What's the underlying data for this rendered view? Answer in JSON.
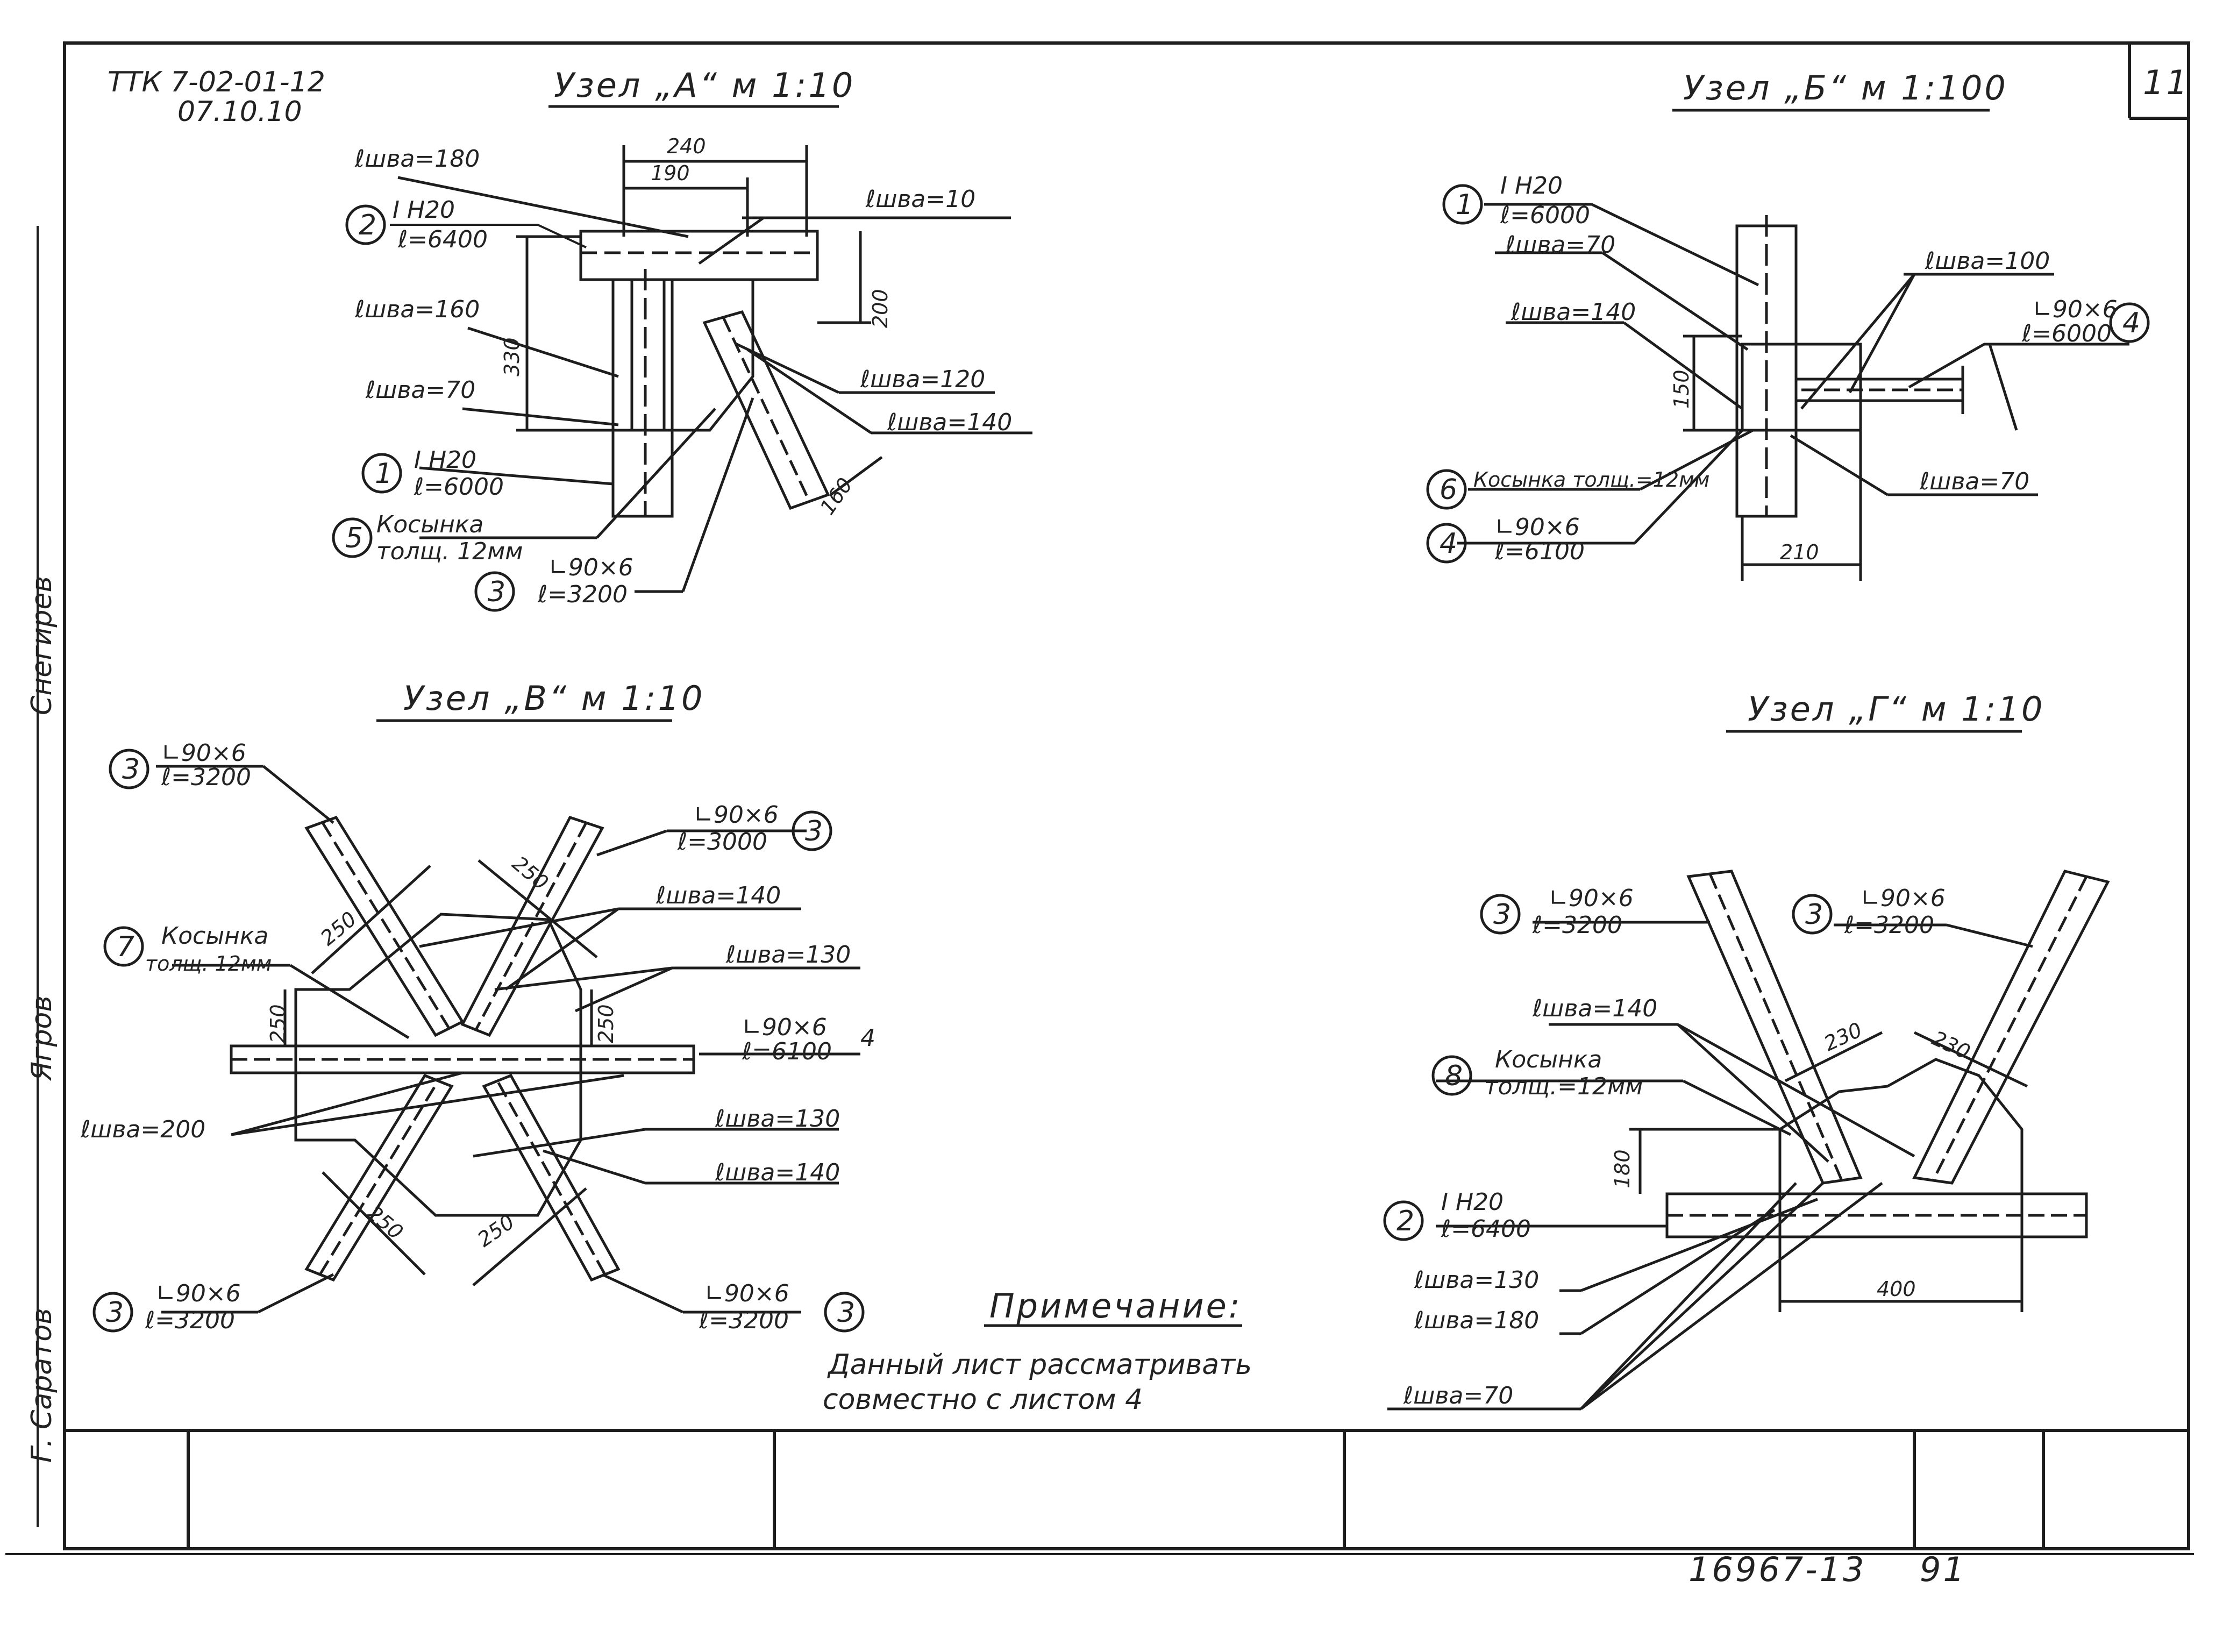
{
  "sheet": {
    "doc_code": "ТТК 7-02-01-12",
    "doc_date": "07.10.10",
    "sheet_no": "11",
    "archive_no": "16967-13",
    "page_no": "91",
    "side_labels": [
      "Г. Саратов",
      "Ягров",
      "Снегирев"
    ]
  },
  "node_a": {
    "title": "Узел „А“ м 1:10",
    "callouts": [
      {
        "num": "2",
        "line1": "I H20",
        "line2": "ℓ=6400"
      },
      {
        "num": "1",
        "line1": "I H20",
        "line2": "ℓ=6000"
      },
      {
        "num": "5",
        "line1": "Косынка",
        "line2": "толщ. 12мм"
      },
      {
        "num": "3",
        "line1": "∟90×6",
        "line2": "ℓ=3200"
      }
    ],
    "welds": [
      "ℓшва=180",
      "ℓшва=10",
      "ℓшва=160",
      "ℓшва=70",
      "ℓшва=120",
      "ℓшва=140"
    ],
    "dims": [
      "240",
      "190",
      "200",
      "330",
      "160"
    ]
  },
  "node_b": {
    "title": "Узел „Б“ м 1:100",
    "callouts": [
      {
        "num": "1",
        "line1": "I H20",
        "line2": "ℓ=6000"
      },
      {
        "num": "4",
        "line1": "∟90×6",
        "line2": "ℓ=6000"
      },
      {
        "num": "6",
        "line1": "Косынка толщ.=12мм",
        "line2": ""
      },
      {
        "num": "4",
        "line1": "∟90×6",
        "line2": "ℓ=6100"
      }
    ],
    "welds": [
      "ℓшва=70",
      "ℓшва=140",
      "ℓшва=100",
      "ℓшва=70"
    ],
    "dims": [
      "150",
      "210"
    ]
  },
  "node_v": {
    "title": "Узел „В“ м 1:10",
    "callouts": [
      {
        "num": "3",
        "line1": "∟90×6",
        "line2": "ℓ=3200"
      },
      {
        "num": "3",
        "line1": "∟90×6",
        "line2": "ℓ=3000"
      },
      {
        "num": "7",
        "line1": "Косынка",
        "line2": "толщ. 12мм"
      },
      {
        "num": "4",
        "line1": "∟90×6",
        "line2": "ℓ=6100"
      },
      {
        "num": "3",
        "line1": "∟90×6",
        "line2": "ℓ=3200"
      },
      {
        "num": "3",
        "line1": "∟90×6",
        "line2": "ℓ=3200"
      }
    ],
    "welds": [
      "ℓшва=140",
      "ℓшва=130",
      "ℓшва=200",
      "ℓшва=130",
      "ℓшва=140"
    ],
    "dims": [
      "250",
      "250",
      "250",
      "250",
      "250",
      "250"
    ]
  },
  "node_g": {
    "title": "Узел „Г“ м 1:10",
    "callouts": [
      {
        "num": "3",
        "line1": "∟90×6",
        "line2": "ℓ=3200"
      },
      {
        "num": "3",
        "line1": "∟90×6",
        "line2": "ℓ=3200"
      },
      {
        "num": "8",
        "line1": "Косынка",
        "line2": "толщ.=12мм"
      },
      {
        "num": "2",
        "line1": "I H20",
        "line2": "ℓ=6400"
      }
    ],
    "welds": [
      "ℓшва=140",
      "ℓшва=130",
      "ℓшва=180",
      "ℓшва=70"
    ],
    "dims": [
      "230",
      "230",
      "180",
      "400"
    ]
  },
  "note": {
    "heading": "Примечание:",
    "line1": "Данный лист рассматривать",
    "line2": "совместно с листом 4"
  }
}
